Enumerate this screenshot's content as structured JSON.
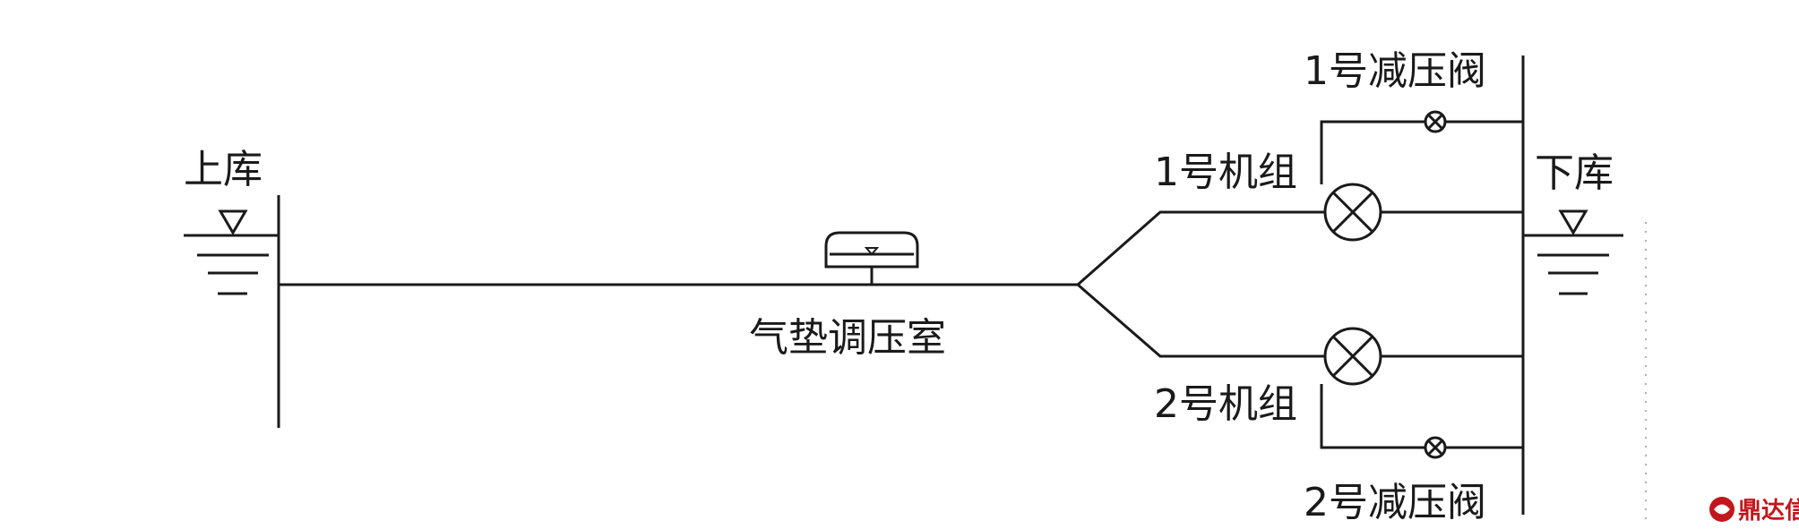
{
  "labels": {
    "upper_reservoir": "上库",
    "lower_reservoir": "下库",
    "air_cushion_surge_chamber": "气垫调压室",
    "unit_1": "1号机组",
    "unit_2": "2号机组",
    "prv_1": "1号减压阀",
    "prv_2": "2号减压阀"
  },
  "watermark": {
    "text": "鼎达信",
    "color": "#c2161c"
  },
  "line_color": "#1a1a1a"
}
